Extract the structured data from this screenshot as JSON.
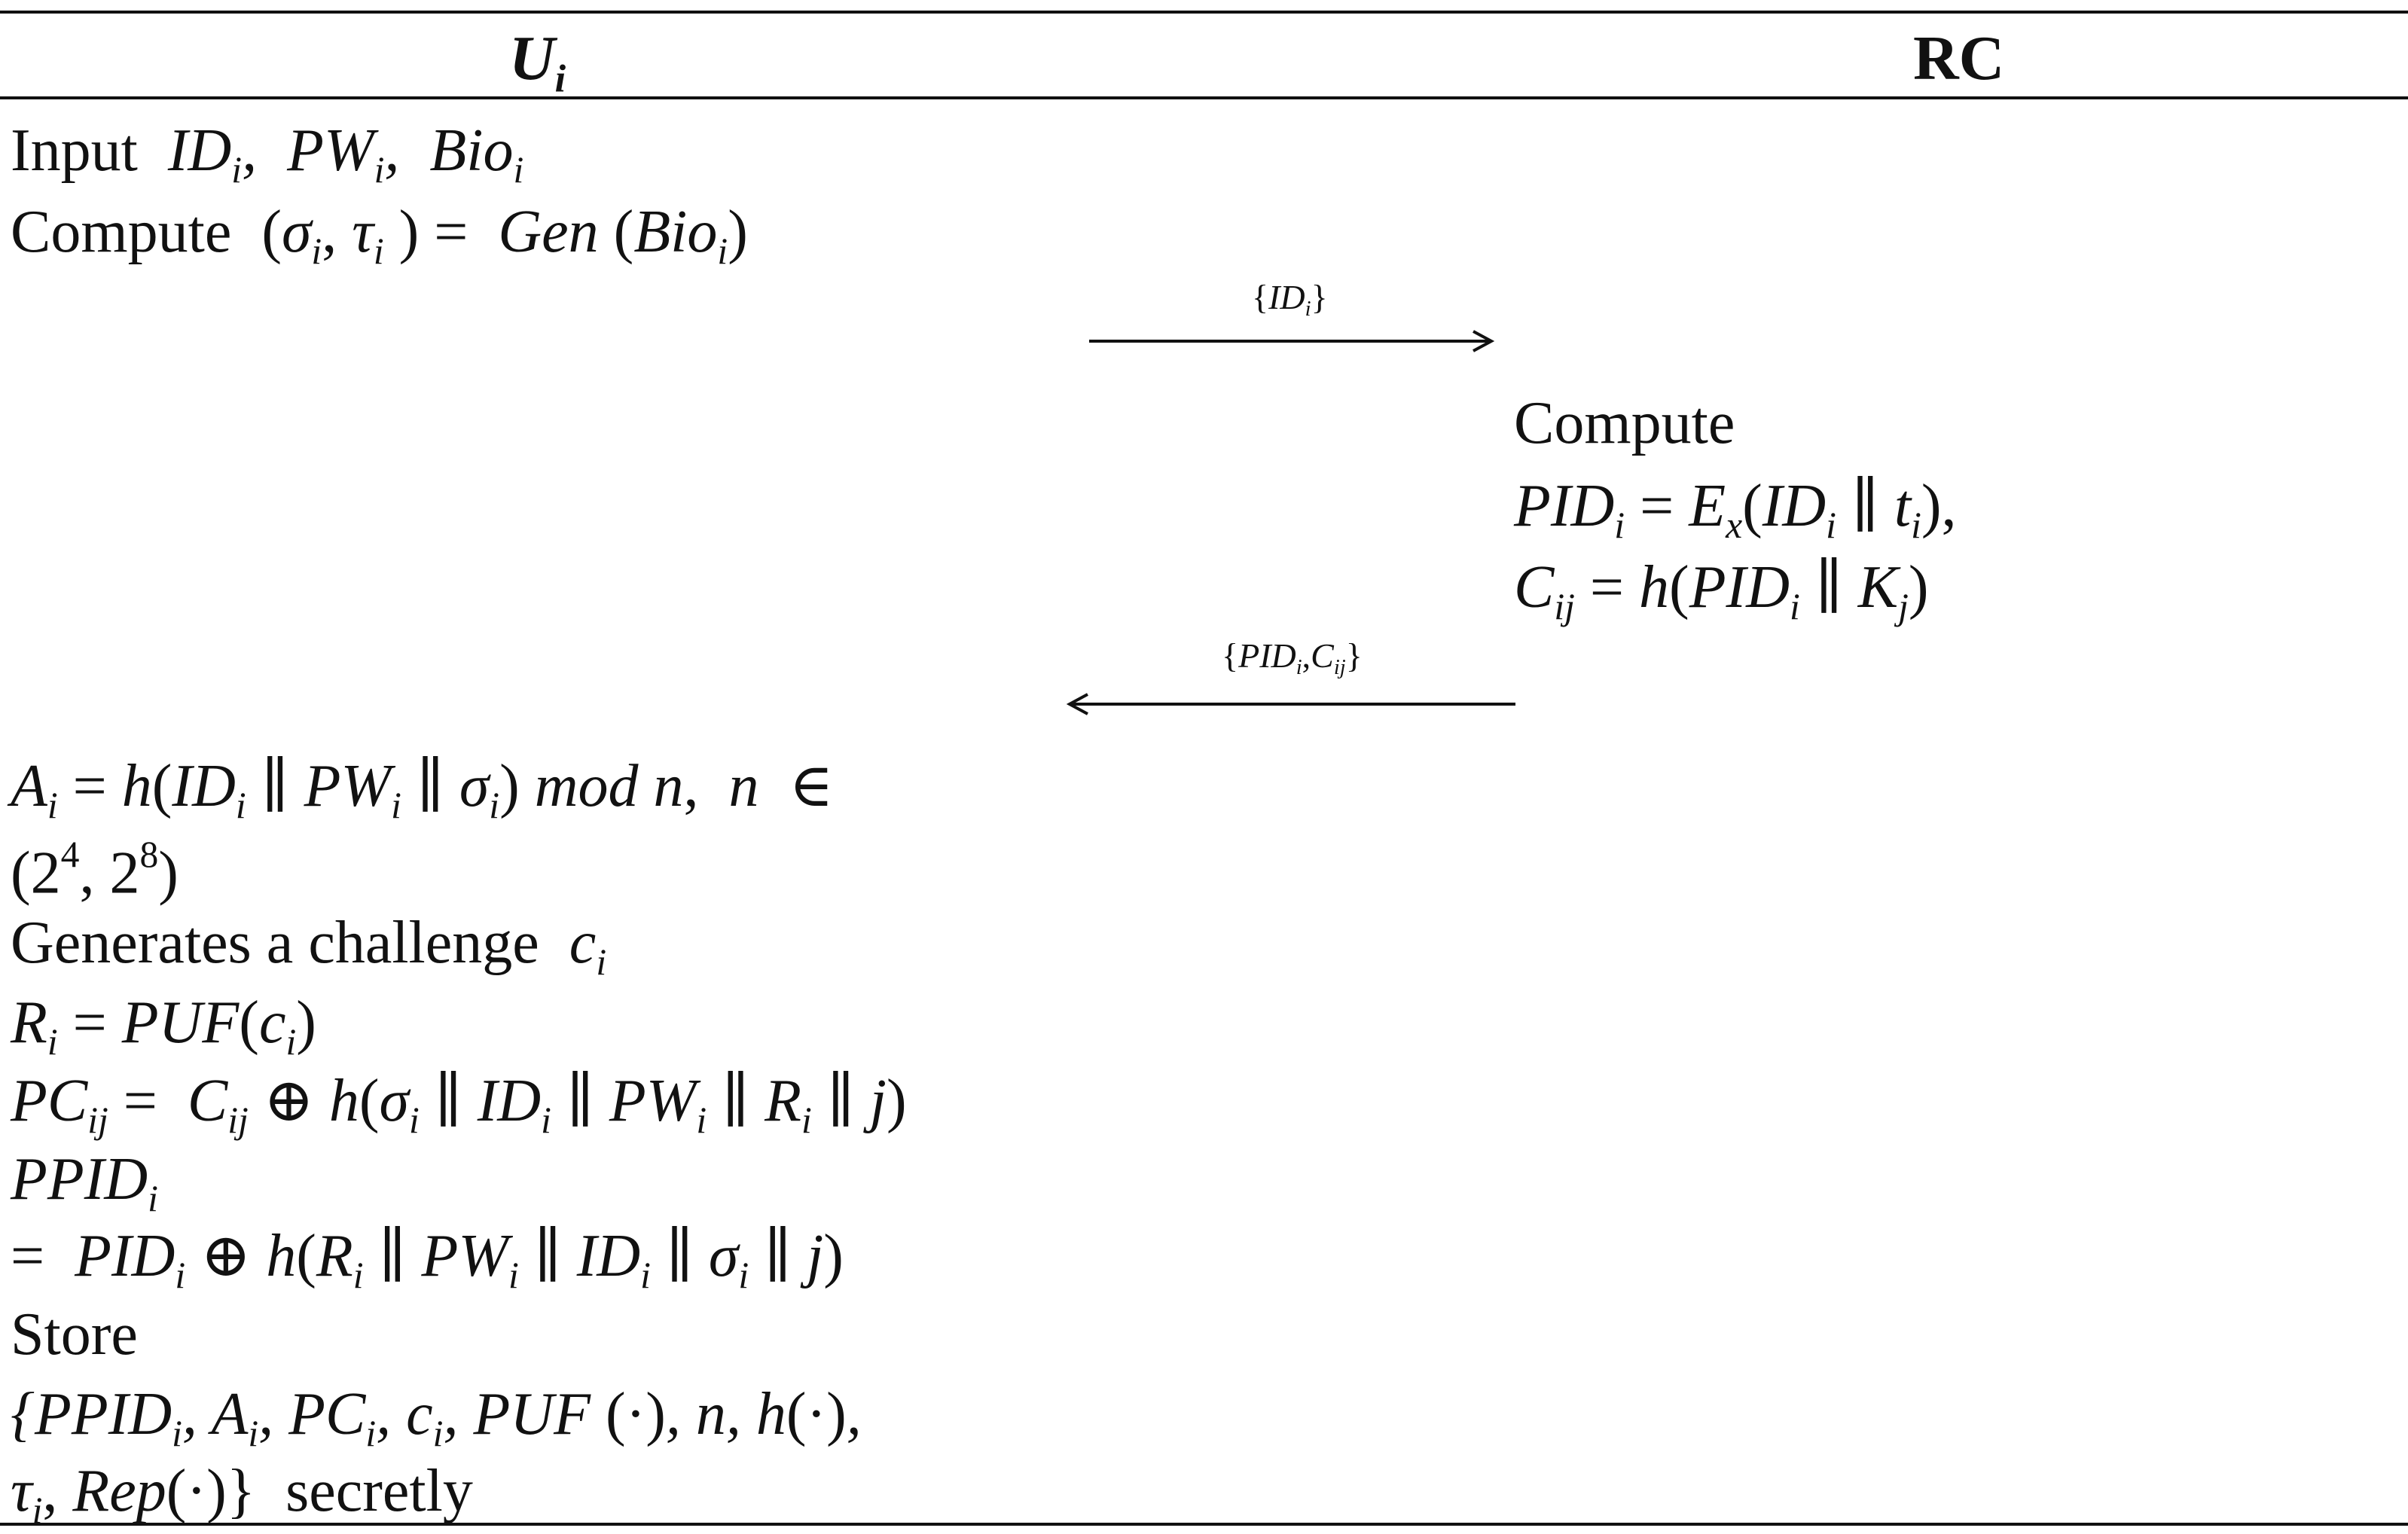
{
  "header": {
    "left_base": "U",
    "left_sub": "i",
    "right": "RC"
  },
  "user_lines_top": [
    {
      "text": "Input  IDi,  PWi,  Bioi"
    },
    {
      "text": "Compute  (σi, τi ) =  Gen (Bioi)"
    }
  ],
  "messages": {
    "to_rc": "{IDi}",
    "to_user": "{PIDi,Cij}"
  },
  "rc_lines": [
    {
      "text": "Compute"
    },
    {
      "text": "PIDi = Ex(IDi ∥ ti),"
    },
    {
      "text": "Cij = h(PIDi ∥ Kj)"
    }
  ],
  "user_lines_bottom": [
    {
      "text": "Ai = h(IDi ∥ PWi ∥ σi) mod n,  n  ∈"
    },
    {
      "text": "(2⁴, 2⁸)"
    },
    {
      "text": "Generates a challenge  ci"
    },
    {
      "text": "Ri = PUF(ci)"
    },
    {
      "text": "PCij =  Cij ⊕ h(σi ∥ IDi ∥ PWi ∥ Ri ∥ j)"
    },
    {
      "text": "PPIDi"
    },
    {
      "text": "=  PIDi ⊕ h(Ri ∥ PWi ∥ IDi ∥ σi ∥ j)"
    },
    {
      "text": "Store"
    },
    {
      "text": "{PPIDi, Ai, PCi, ci, PUF (·), n, h(·),"
    },
    {
      "text": "τi, Rep(·)}  secretly"
    }
  ]
}
